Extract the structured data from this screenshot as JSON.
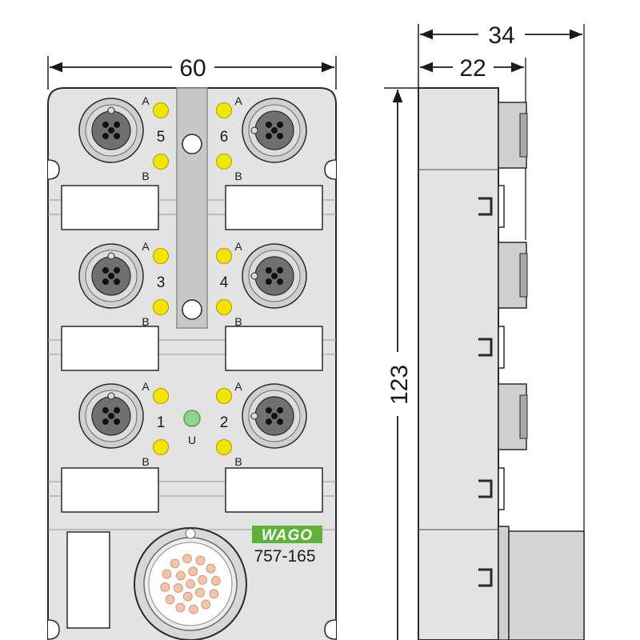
{
  "dimensions": {
    "width_front": "60",
    "depth_total": "34",
    "depth_body": "22",
    "height": "123"
  },
  "ports": [
    {
      "number": "5",
      "led_a": "A",
      "led_b": "B"
    },
    {
      "number": "6",
      "led_a": "A",
      "led_b": "B"
    },
    {
      "number": "3",
      "led_a": "A",
      "led_b": "B"
    },
    {
      "number": "4",
      "led_a": "A",
      "led_b": "B"
    },
    {
      "number": "1",
      "led_a": "A",
      "led_b": "B"
    },
    {
      "number": "2",
      "led_a": "A",
      "led_b": "B"
    }
  ],
  "power_led_label": "U",
  "brand": {
    "logo_name": "WAGO",
    "model": "757-165"
  },
  "colors": {
    "housing": "#e3e3e3",
    "outline": "#2a2a2a",
    "led_yellow": "#f2e600",
    "led_green": "#8fd68f",
    "connector_pin": "#f3c4a8",
    "logo_green": "#5db33a"
  }
}
